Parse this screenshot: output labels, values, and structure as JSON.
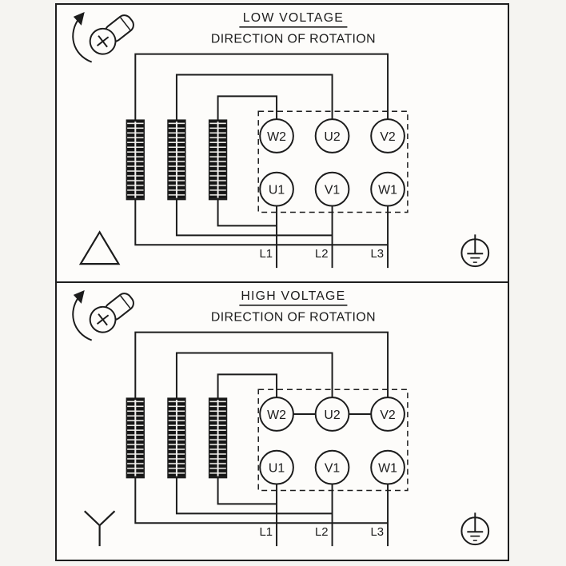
{
  "figure": {
    "panels": [
      {
        "title": "LOW VOLTAGE",
        "subtitle": "DIRECTION OF ROTATION",
        "connection_symbol": "delta",
        "terminals": {
          "top": [
            "W2",
            "U2",
            "V2"
          ],
          "bottom": [
            "U1",
            "V1",
            "W1"
          ]
        },
        "supply_lines": [
          "L1",
          "L2",
          "L3"
        ]
      },
      {
        "title": "HIGH VOLTAGE",
        "subtitle": "DIRECTION OF ROTATION",
        "connection_symbol": "star",
        "terminals": {
          "top": [
            "W2",
            "U2",
            "V2"
          ],
          "bottom": [
            "U1",
            "V1",
            "W1"
          ]
        },
        "supply_lines": [
          "L1",
          "L2",
          "L3"
        ]
      }
    ],
    "icons": {
      "rotation": "screw-with-curved-arrow",
      "delta": "triangle-outline",
      "star": "wye-symbol",
      "ground": "earth-in-circle"
    },
    "colors": {
      "stroke": "#1c1c1c",
      "paper": "#fdfcfa",
      "page_background": "#f5f4f1",
      "bar_fill": "#161616",
      "bar_stripe": "#eceae6"
    }
  }
}
